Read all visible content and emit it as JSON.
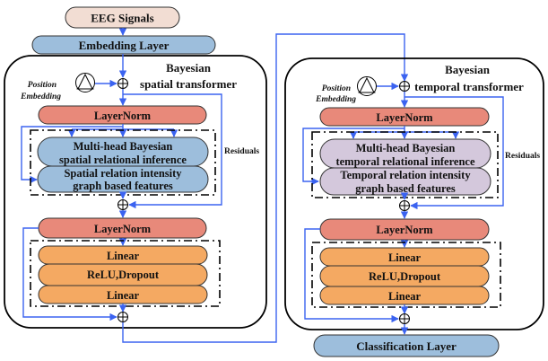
{
  "colors": {
    "input": "#F2DDD3",
    "embedding": "#9DBEDC",
    "layernorm": "#E8897A",
    "spatial_attention": "#9DBEDC",
    "temporal_attention": "#D4C8DC",
    "ffn": "#F4A962",
    "classification": "#9DBEDC",
    "arrow": "#3B63F0"
  },
  "input": {
    "label": "EEG Signals"
  },
  "embedding": {
    "label": "Embedding Layer"
  },
  "spatial": {
    "title_line1": "Bayesian",
    "title_line2": "spatial transformer",
    "position_embedding_line1": "Position",
    "position_embedding_line2": "Embedding",
    "layernorm1": "LayerNorm",
    "attention_line1": "Multi-head Bayesian",
    "attention_line2": "spatial relational inference",
    "graph_line1": "Spatial relation intensity",
    "graph_line2": "graph based features",
    "residuals": "Residuals",
    "layernorm2": "LayerNorm",
    "ffn": [
      "Linear",
      "ReLU,Dropout",
      "Linear"
    ]
  },
  "temporal": {
    "title_line1": "Bayesian",
    "title_line2": "temporal transformer",
    "position_embedding_line1": "Position",
    "position_embedding_line2": "Embedding",
    "layernorm1": "LayerNorm",
    "attention_line1": "Multi-head Bayesian",
    "attention_line2": "temporal relational inference",
    "graph_line1": "Temporal relation intensity",
    "graph_line2": "graph based features",
    "residuals": "Residuals",
    "layernorm2": "LayerNorm",
    "ffn": [
      "Linear",
      "ReLU,Dropout",
      "Linear"
    ]
  },
  "output": {
    "label": "Classification Layer"
  }
}
